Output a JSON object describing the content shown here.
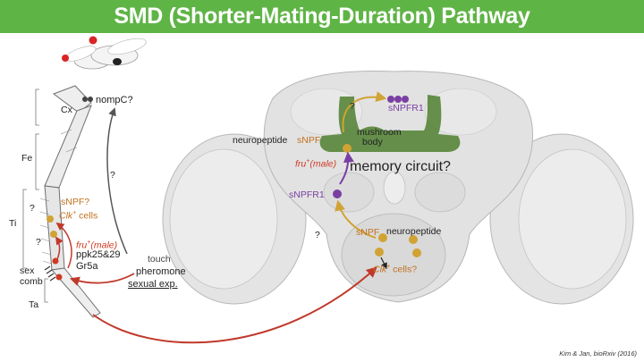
{
  "title": "SMD (Shorter-Mating-Duration) Pathway",
  "leg": {
    "segments": {
      "coxa": "Cx",
      "femur": "Fe",
      "tibia": "Ti",
      "tarsus": "Ta"
    },
    "nompc_label": "nompC?",
    "question_mark": "?",
    "snpf_query": "sNPF?",
    "clk_cells_prefix": "Clk",
    "clk_cells_sup": "+",
    "clk_cells_suffix": " cells",
    "fru_male_prefix": "fru",
    "fru_male_sup": "+",
    "fru_male_suffix": "(male)",
    "ppk_label": "ppk25&29",
    "gr5a_label": "Gr5a",
    "sex_comb_line1": "sex",
    "sex_comb_line2": "comb",
    "touch_label": "touch",
    "pheromone_label": "pheromone",
    "sexual_exp_label": "sexual exp."
  },
  "brain": {
    "snpfr1_top": "sNPFR1",
    "neuropeptide_left": "neuropeptide",
    "snpf_left": "sNPF",
    "mushroom_line1": "mushroom",
    "mushroom_line2": "body",
    "fru_male_prefix": "fru",
    "fru_male_sup": "+",
    "fru_male_suffix": "(male)",
    "memory_circuit": "memory circuit?",
    "snpfr1_mid": "sNPFR1",
    "snpf_lower": "sNPF",
    "neuropeptide_lower": "neuropeptide",
    "clk_cells_prefix": "Clk",
    "clk_cells_sup": "+",
    "clk_cells_suffix": " cells?",
    "question_mark": "?"
  },
  "citation": "Kim & Jan, bioRxiv (2016)",
  "colors": {
    "title_bar": "#5fb446",
    "mushroom_body": "#4d7f2e",
    "snpf_dot": "#d1a334",
    "snpfr1_dot": "#7a3fa3",
    "clk_text": "#c2711f",
    "fru_text": "#cf3a24",
    "arrow_red": "#c0392b"
  }
}
